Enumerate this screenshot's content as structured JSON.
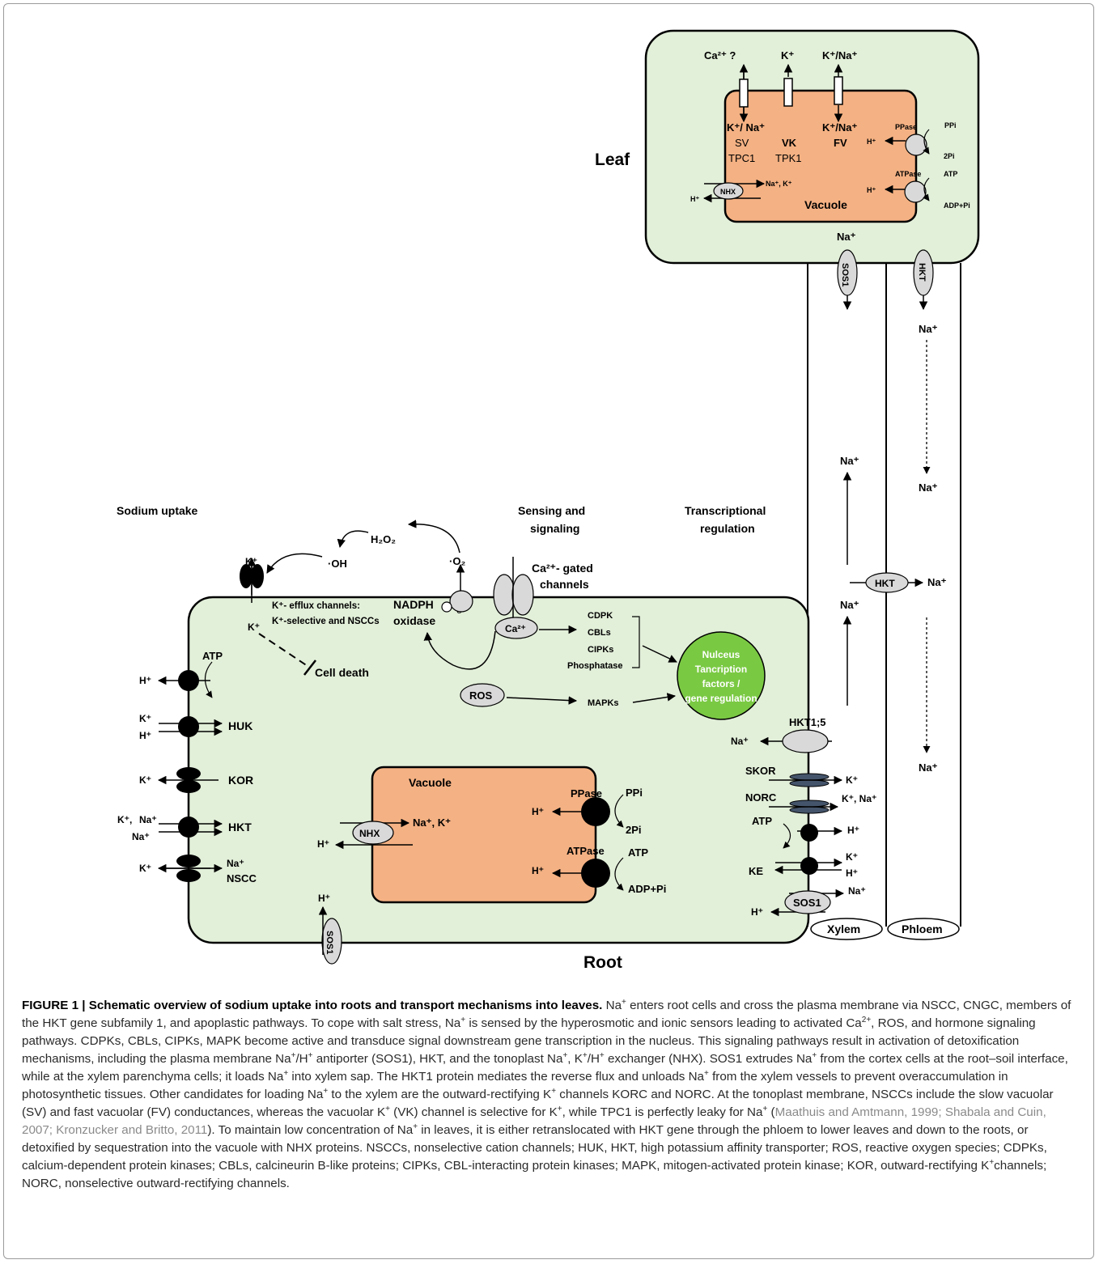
{
  "diagram": {
    "section_titles": {
      "leaf": "Leaf",
      "root": "Root",
      "sodium_uptake": "Sodium uptake",
      "sensing_1": "Sensing and",
      "sensing_2": "signaling",
      "transcriptional_1": "Transcriptional",
      "transcriptional_2": "regulation"
    },
    "leaf": {
      "top_ions": [
        "Ca²⁺ ?",
        "K⁺",
        "K⁺/Na⁺"
      ],
      "channel_ions": [
        "K⁺/ Na⁺",
        "K⁺/Na⁺"
      ],
      "channels": [
        "SV",
        "VK",
        "FV"
      ],
      "channel_genes": [
        "TPC1",
        "TPK1"
      ],
      "pump_ions": [
        "PPase",
        "PPi",
        "2Pi",
        "ATPase",
        "ATP",
        "ADP+Pi",
        "H⁺"
      ],
      "nhx_ions": [
        "Na⁺, K⁺",
        "H⁺"
      ],
      "vacuole": "Vacuole",
      "nhx": "NHX",
      "na": "Na⁺",
      "sos1": "SOS1",
      "hkt": "HKT"
    },
    "vascular": {
      "na": "Na⁺",
      "hkt": "HKT",
      "xylem": "Xylem",
      "phloem": "Phloem"
    },
    "root": {
      "ions": [
        "K⁺",
        "H⁺",
        "Na⁺",
        "K⁺, Na⁺",
        "K⁺,",
        "Na⁺, K⁺"
      ],
      "efflux_1": "K⁺- efflux channels:",
      "efflux_2": "K⁺-selective and NSCCs",
      "cell_death": "Cell death",
      "ros_species": [
        "·OH",
        "H₂O₂",
        "·O₂",
        "e⁻"
      ],
      "nadph_1": "NADPH",
      "nadph_2": "oxidase",
      "ca_gated_1": "Ca²⁺- gated",
      "ca_gated_2": "channels",
      "ca": "Ca²⁺",
      "kinases": [
        "CDPK",
        "CBLs",
        "CIPKs",
        "Phosphatase"
      ],
      "ros": "ROS",
      "mapks": "MAPKs",
      "nucleus": [
        "Nulceus",
        "Tancription",
        "factors /",
        "gene regulation"
      ],
      "left_transporters": [
        "ATP",
        "HUK",
        "KOR",
        "HKT",
        "NSCC"
      ],
      "vacuole": "Vacuole",
      "nhx": "NHX",
      "vac_pumps": [
        "PPase",
        "PPi",
        "2Pi",
        "ATPase",
        "ATP",
        "ADP+Pi"
      ],
      "hkt15": "HKT1;5",
      "right_transporters": [
        "SKOR",
        "NORC",
        "ATP",
        "KE"
      ],
      "sos1": "SOS1"
    }
  },
  "caption": {
    "title": "FIGURE 1 | Schematic overview of sodium uptake into roots and transport mechanisms into leaves.",
    "segments": [
      " Na",
      "+",
      " enters root cells and cross the plasma membrane via NSCC, CNGC, members of the HKT gene subfamily 1, and apoplastic pathways. To cope with salt stress, Na",
      "+",
      " is sensed by the hyperosmotic and ionic sensors leading to activated Ca",
      "2+",
      ", ROS, and hormone signaling pathways. CDPKs, CBLs, CIPKs, MAPK become active and transduce signal downstream gene transcription in the nucleus. This signaling pathways result in activation of detoxification mechanisms, including the plasma membrane Na",
      "+",
      "/H",
      "+",
      " antiporter (SOS1), HKT, and the tonoplast Na",
      "+",
      ", K",
      "+",
      "/H",
      "+",
      " exchanger (NHX). SOS1 extrudes Na",
      "+",
      " from the cortex cells at the root–soil interface, while at the xylem parenchyma cells; it loads Na",
      "+",
      " into xylem sap. The HKT1 protein mediates the reverse flux and unloads Na",
      "+",
      " from the xylem vessels to prevent overaccumulation in photosynthetic tissues. Other candidates for loading Na",
      "+",
      " to the xylem are the outward-rectifying K",
      "+",
      " channels KORC and NORC. At the tonoplast membrane, NSCCs include the slow vacuolar (SV) and fast vacuolar (FV) conductances, whereas the vacuolar K",
      "+",
      " (VK) channel is selective for K",
      "+",
      ", while TPC1 is perfectly leaky for Na",
      "+",
      " (",
      "Maathuis and Amtmann, 1999; Shabala and Cuin, 2007; Kronzucker and Britto, 2011",
      "). To maintain low concentration of Na",
      "+",
      " in leaves, it is either retranslocated with HKT gene through the phloem to lower leaves and down to the roots, or detoxified by sequestration into the vacuole with NHX proteins. NSCCs, nonselective cation channels; HUK, HKT, high potassium affinity transporter; ROS, reactive oxygen species; CDPKs, calcium-dependent protein kinases; CBLs, calcineurin B-like proteins; CIPKs, CBL-interacting protein kinases; MAPK, mitogen-activated protein kinase; KOR, outward-rectifying K",
      "+",
      "channels; NORC, nonselective outward-rectifying channels."
    ]
  },
  "colors": {
    "cell_fill": "#e2efd9",
    "vacuole_fill": "#f4b183",
    "nucleus_fill": "#7ac943",
    "oval_fill": "#d9d9d9",
    "skor_fill": "#44546a"
  }
}
